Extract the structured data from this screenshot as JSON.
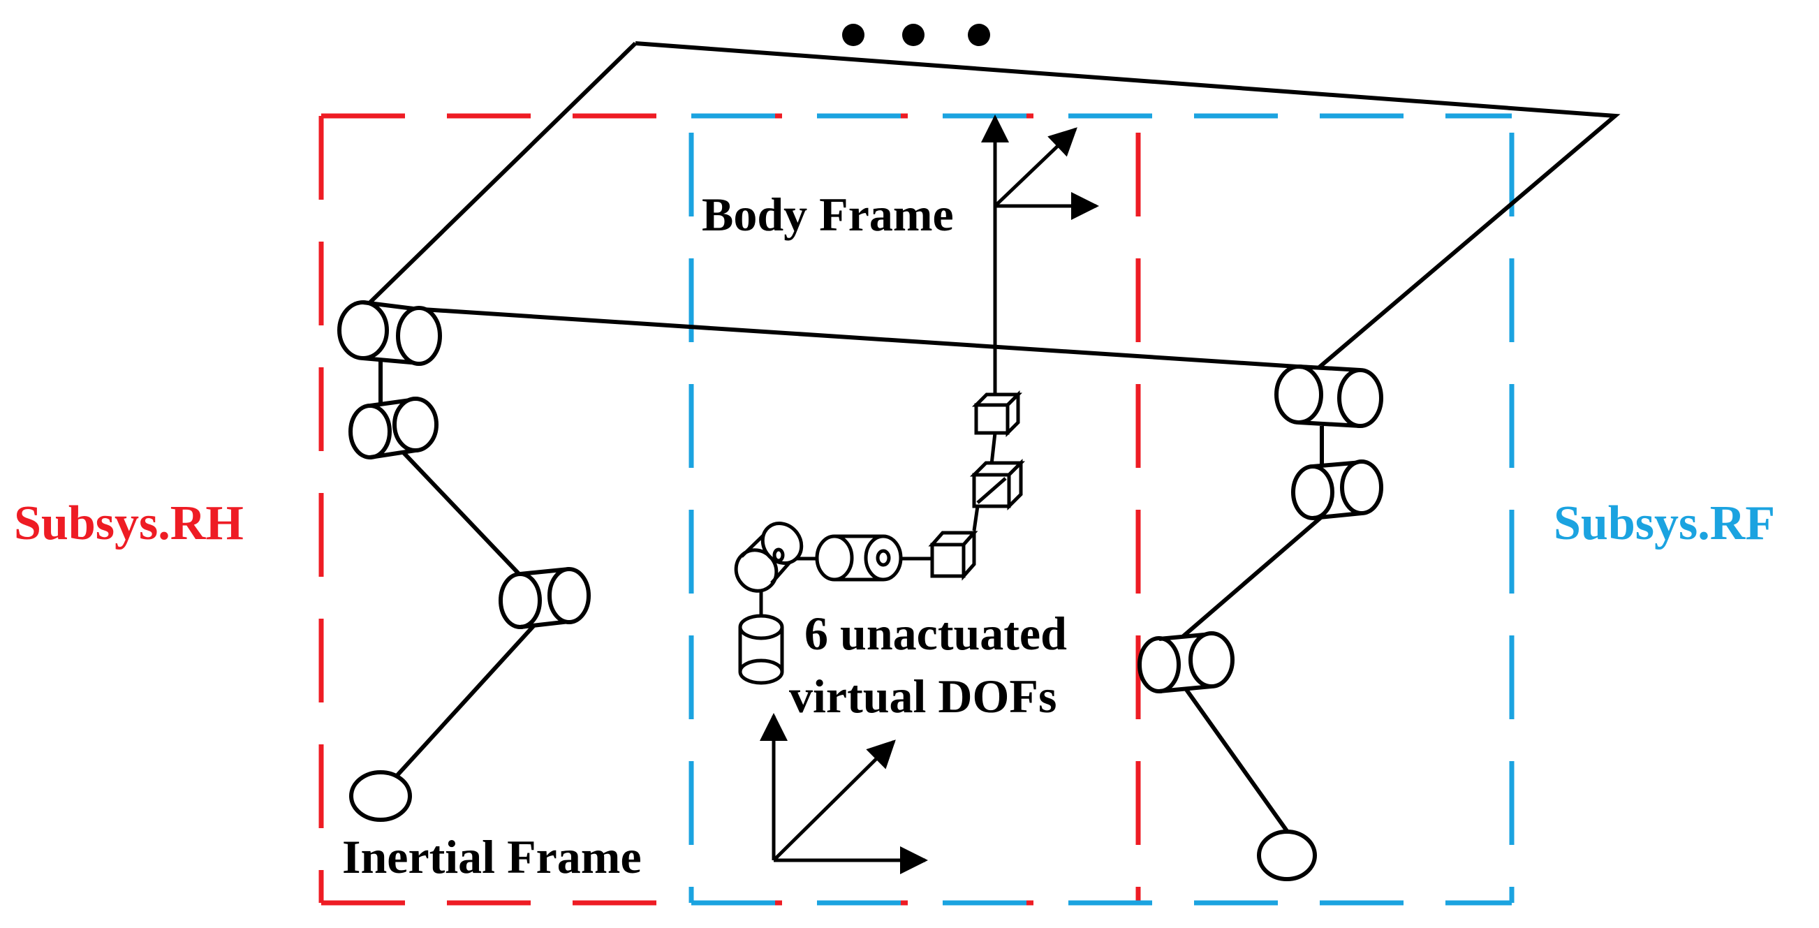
{
  "labels": {
    "dots": "• • •",
    "body_frame": "Body Frame",
    "inertial_frame": "Inertial Frame",
    "dofs_line1": "6 unactuated",
    "dofs_line2": "virtual DOFs",
    "subsys_rh": "Subsys.RH",
    "subsys_rf": "Subsys.RF"
  },
  "colors": {
    "rh": "#ee1c24",
    "rf": "#1ba3e0",
    "line": "#000000"
  }
}
